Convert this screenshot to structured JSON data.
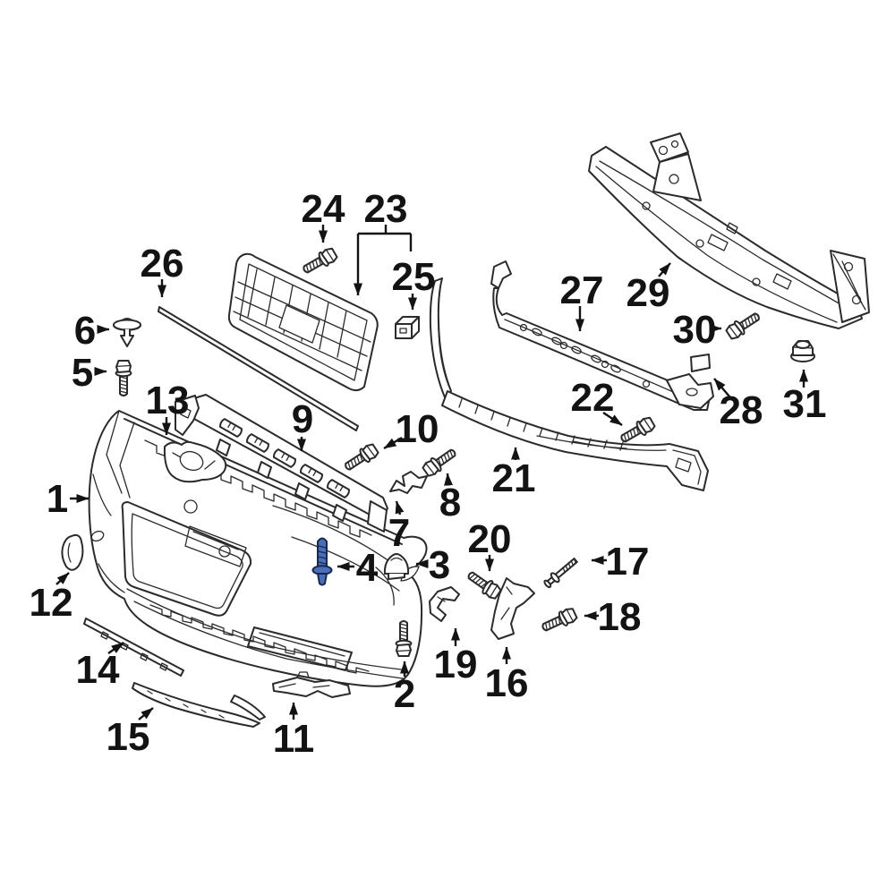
{
  "diagram": {
    "kind": "exploded-parts-diagram",
    "subject": "front-bumper-assembly",
    "background_color": "#ffffff",
    "line_color": "#2b2b2b",
    "label_color": "#131313",
    "highlight": {
      "callout": "4",
      "fill": "#4a6fb8",
      "stroke": "#17294e"
    },
    "callouts": [
      {
        "label": "1"
      },
      {
        "label": "2"
      },
      {
        "label": "3"
      },
      {
        "label": "4"
      },
      {
        "label": "5"
      },
      {
        "label": "6"
      },
      {
        "label": "7"
      },
      {
        "label": "8"
      },
      {
        "label": "9"
      },
      {
        "label": "10"
      },
      {
        "label": "11"
      },
      {
        "label": "12"
      },
      {
        "label": "13"
      },
      {
        "label": "14"
      },
      {
        "label": "15"
      },
      {
        "label": "16"
      },
      {
        "label": "17"
      },
      {
        "label": "18"
      },
      {
        "label": "19"
      },
      {
        "label": "20"
      },
      {
        "label": "21"
      },
      {
        "label": "22"
      },
      {
        "label": "23"
      },
      {
        "label": "24"
      },
      {
        "label": "25"
      },
      {
        "label": "26"
      },
      {
        "label": "27"
      },
      {
        "label": "28"
      },
      {
        "label": "29"
      },
      {
        "label": "30"
      },
      {
        "label": "31"
      }
    ]
  }
}
